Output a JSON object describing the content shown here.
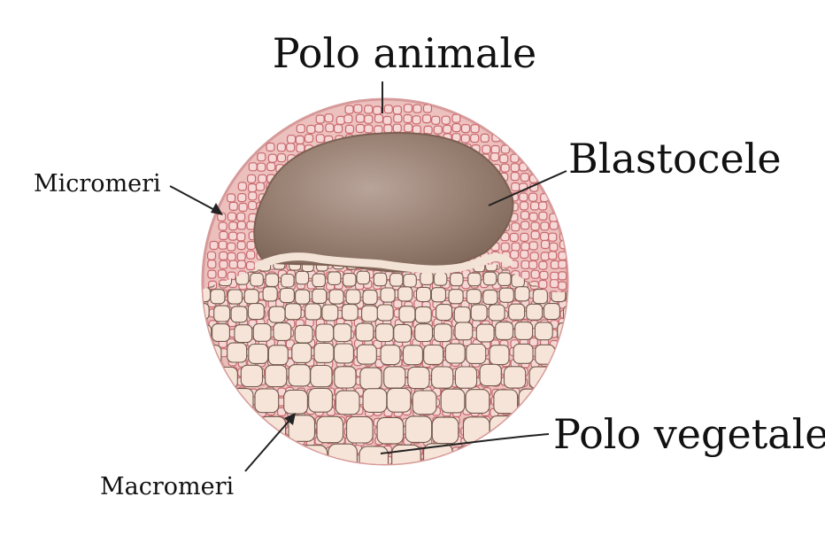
{
  "labels": {
    "animal_pole": "Polo animale",
    "blastocoel": "Blastocele",
    "micromeres": "Micromeri",
    "vegetal_pole": "Polo vegetale",
    "macromeres": "Macromeri"
  },
  "colors": {
    "micromere_fill": "#f6d9d6",
    "micromere_border": "#c9686e",
    "macromere_fill": "#f7e4d8",
    "macromere_border": "#6f5a4c",
    "blastocoel_dark": "#8d7466",
    "blastocoel_light": "#b9a49a",
    "text": "#111111"
  }
}
